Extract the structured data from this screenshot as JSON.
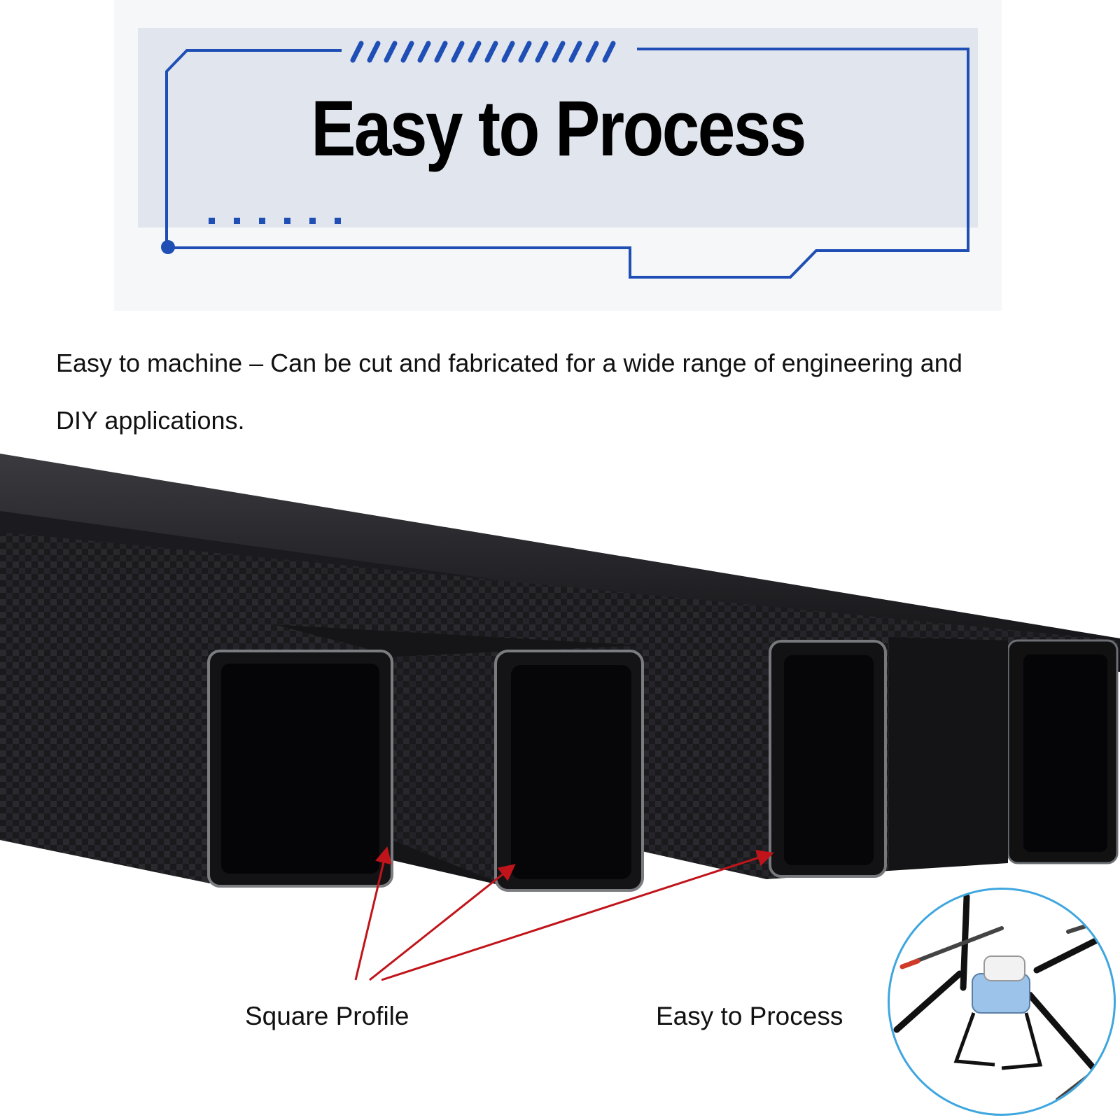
{
  "header": {
    "title": "Easy to Process"
  },
  "description": {
    "line1": "Easy to machine – Can be cut and fabricated for a wide range of engineering and",
    "line2": "DIY applications."
  },
  "captions": {
    "left": "Square Profile",
    "right": "Easy to Process"
  },
  "colors": {
    "frame_blue": "#1f4fb5",
    "arrow_red": "#c0141a",
    "circle_blue": "#3ea6df",
    "tube_black": "#0c0c0e"
  },
  "icons": {
    "frame": "tech-frame-icon",
    "arrow": "callout-arrow-icon",
    "drone": "drone-icon"
  }
}
